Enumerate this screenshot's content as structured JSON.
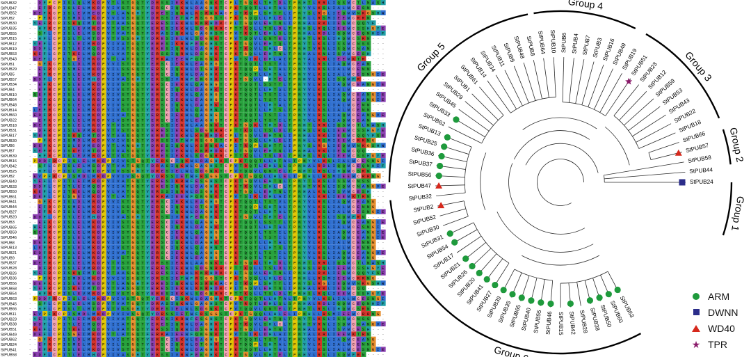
{
  "alignment": {
    "names": [
      "StPUB32",
      "StPUB47",
      "StPUB52",
      "StPUB2",
      "StPUB30",
      "StPUB35",
      "StPUB55",
      "StPUB15",
      "StPUB12",
      "StPUB19",
      "StPUB53",
      "StPUB43",
      "StPUB1",
      "StPUB29",
      "StPUB5",
      "StPUB57",
      "StPUB34",
      "StPUB4",
      "StPUB10",
      "StPUB64",
      "StPUB48",
      "StPUB14",
      "StPUB60",
      "StPUB22",
      "StPUB18",
      "StPUB31",
      "StPUB17",
      "StPUB30",
      "StPUB6",
      "StPUB7",
      "StPUB39",
      "StPUB16",
      "StPUB42",
      "StPUB25",
      "StPUB2",
      "StPUB40",
      "StPUB33",
      "StPUB50",
      "StPUB61",
      "StPUB41",
      "StPUB44",
      "StPUB27",
      "StPUB20",
      "StPUB3",
      "StPUB65",
      "StPUB59",
      "StPUB46",
      "StPUB8",
      "StPUB13",
      "StPUB21",
      "StPUB9",
      "StPUB37",
      "StPUB28",
      "StPUB26",
      "StPUB36",
      "StPUB56",
      "StPUB58",
      "StPUB54",
      "StPUB63",
      "StPUB45",
      "StPUB66",
      "StPUB11",
      "StPUB23",
      "StPUB38",
      "StPUB51",
      "StPUB49",
      "StPUB62",
      "StPUB24",
      "StPUB41",
      "StPUB58"
    ],
    "sequences": [
      "--DFPCPISLQLMKDPVTLSTGQTYDRSSIEKWLAAGNKTCPLTGQKLTHTDLTPNHTLRRLIQSWCTLNASHGIE",
      "--EFRCPISLELMKDPVIVSTGQTYERSCIQKWLDAGHKTCPKTQQTLLHTALTPNYVLKSLIALWCESN-----",
      "-DEFKCPISLEVMEDPVTLANGHTFDRESIQKWLKSRNKACPITRQPLSHTTLIPNYSLRGLIEQWVNKGSHW-",
      "--PFKCPISMDLMKDPVVIVSGQTYDRSSIETWFRSGGSTCPKTGQQLLHLELIPNHLLRSMIEEWCRRN----",
      "-YEFRCPISKQIMTDPVTAASGQTYERESIEKWLKNRHDKCPLTGQVLEHTNLIPNHALRKLIESWCQQYF---",
      "--HFRCPISLEVMRDPVTVSTGQTYERESIEKWLSDGNRRCPTTKQLLTSLDLTPNHSLRQLIEEWCSSHGYE-",
      "--SFLCPISLELMSDPVTVATGQTFDRASIQKWLGAGHSTCPVTRQTLEHLSLSPNHALRDLIQQWCEQNHIF-",
      "--HFLCPISLTLMTDPVTVSSGHTYDRESIELWLSDGNKTCPVTQQVLQNTELTPNHTLRSLIHQWCSRN----",
      "-YEFLCPITLEIMRDPVIVATGQTYERESIKRWFESGHSTCPKTGQVLEHTQLTPNYTLKSLISSWCNSS----",
      "-DDFLCPITLEIMQDPVIIATGQTYEKESIQRWLDAGHKTCPKTRQVLSHLCLTPNHTVRNLISQWCNAN----",
      "-KEFLCPITKELMQDPVLVATGQTYERSSIQRWLDSGHKTCPKTGQLLEHTNLTPNHALKNLISVWCESH----",
      "-DEFLCPLSGEIMKDPVTLATGQTFERKAIEEWFQNGNKTCPVTSIKLDHLAITPNYALKRLIEEWKTR-----",
      "--GFKCPISLDLMRDPVVISTGQTYERSCIEKWLEAGHGTCPKTQQTLTSTVLTPNYVLRSLIAQWCEAN----",
      "--EFRCPISMELMKDPVILSSGQTYERSCIQKWLDTGHRTCPKTQQPLSHTALTPNYVLKSLIALWCENN----",
      "--EFRCPISLELMKDPVIVSTGQTYERSCIQKWLDAGHKTCPKTQQTLLHTALTPNYVLKSLIALWCESNGIE-",
      "-DDFLCPITLEIMHDPVIVASGHTYEKSSIVRWFENGHKTCPKTGQVL-HTELTPNHVLRSLISQWFR------",
      "--EFKCPISLELMKDPVIVSTGQTYERSCIEKWLQAGHGTCPKTQQTLSSTTLTPNYVLRSLIAQWCEANGIEP",
      "--EFRCPISLELMKDPVIVSTGQTYERSCIQKWLDAGHKTCPKTQQTLLHTALTPNYVLKSLIALW--------",
      "-QEFRCPISLELMKDPVIVSTGQTYERSCIEKWLQAGHGTCPKTQQTLTSTILTPNYVLRSLIAQWCEANGIEP",
      "--EFKCPISLELMRDPVIVSTGQTYERSCIEKWLEAGHGTCPKTQQTLTSTILTPNYVLRSLIAQWCEANGIE-",
      "--EFRCPISLELMKDPVIVSTGQTYERSCIQKWLDAGHKTCPKTQQTLLHTALTPNYVLKSLIALWCENN----",
      "-LEFRCPISLELMKDPVIVSTGQTYERSCIQKWLQAGHNTCPKTQQTLLHTSLTPNYVLKSLIALWCENN----",
      "-EDFRCPISLELMKDPVIVATGQTYERSCIEKWLQAGHGTCPKTQQTLTSTILTPNYVLRSLIAQWCEANGVEL",
      "--EFKCPISLELMRDPVIVSTGQTYERSCIEKWLEAGHGTCPKTQQTLTSTILTPNYVLRSLIAQWCEAN----",
      "-DEFRCPISLELMKDPVTVSTGQTYDRSSIEKWLAAGNKTCPKTGQKLTHTDLTPNHTLRRLIQSWCTLNASHG",
      "--DFRCPISLEVMRDPVTVSTGQTYERESIEKWLSDGNRRCPTTKQLLTSLDLTPNHSLRQLIEEWCSSHGYE-",
      "-YEFRCPISKQIMTDPVTAASGQTYERESIEKWLKNRHDKCPLTGQVLEHTNLIPNHALRKLIESWCQQYFSE-",
      "--PFKCPISMDLMKDPVVIVSGQTYDRSSIETWFRSGGSTCPKTGQQLLHLELIPNHLLRSMIEEWCRRNG---",
      "-DEFKCPISLEVMEDPVTLANGHTFDRESIQKWLKSRNKACPITRQPLSHTTLIPNYSLRGLIEQWVNKGSHW-",
      "-YEFRCPISKEIMTDPVTVASGQTYERESIEKWLKNRHDKCPLTGQVLEHTNLIPNHALRKLIESWCQQ-----",
      "--HFRCPISLEVMRDPVTVSTGQTYERESIEKWLSDGNRRCPTTKQLLTSLDLTPNHSLRQLIEEWCSSHGYE-",
      "-PDDFRCPISLELMKDPVIVSTGQTYERSCIQKWLDAGHKTCPKTQQTLLHTALTPNYVLKSLIALWCESNGI-",
      "--SFLCPISLELMSDPVTVATGQTFDRASIQKWLGAGHSTCPVTRQTLEHLSLSPNHALRDLIQQWCEQNHIF-",
      "--HFLCPISLTLMTDPVTVSSGHTYDRESIELWLSDGNKTCPVTQQVLQNTELTPNHTLRSLIHQWCSRN----",
      "-EVPFKCPISMDLMKDPVVIVSGQTYDRSSIETWFRSGGSTCPKTGQQLLHLELIPNHLLRSMIEEWCRRNG--",
      "-YEFLCPITLEIMRDPVIVATGQTYERESIKRWFESGHSTCPKTGQVLEHTQLTPNYTLKSLISSWCNSS----",
      "-DDFLCPITLEIMQDPVIIATGQTYEKESIQRWLDAGHKTCPKTRQVLSHLCLTPNHTVRNLISQWCNANGVE-",
      "-KEFLCPITKELMQDPVLVATGQTYERSSIQRWLDSGHKTCPKTGQLLEHTNLTPNHALKNLISVWCESH----",
      "-DEFLCPLSGEIMKDPVTLATGQTFERKAIEEWFQNGNKTCPVTSIKLDHLAITPNYALKRLIEEWKTRN----",
      "--GFKCPISLDLMRDPVVISTGQTYERSCIEKWLEAGHGTCPKTQQTLTSTVLTPNYVLRSLIAQWCEANG---",
      "--EFRCPISMELMKDPVILSSGQTYERSCIQKWLDTGHRTCPKTQQPLSHTALTPNYVLKSLIALWCENNG---",
      "--EFRCPISLELMKDPVIVSTGQTYERSCIQKWLDAGHKTCPKTQQTLLHTALTPNYVLKSLIALWCESNGIE-",
      "-DDFLCPITLEIMHDPVIVASGHTYEKSSIVRWFENGHKTCPKTGQVLSHTELTPNHVLRSLISQWFRN-----",
      "--EFKCPISLELMKDPVIVSTGQTYERSCIEKWLQAGHGTCPKTQQTLSSTTLTPNYVLRSLIAQWCEANGIEP",
      "-HEFRCPISLELMKDPVIVSTGQTYERSCIQKWLDAGHKTCPKTQQTLLHTALTPNYVLKSLIALWCESNGI--",
      "-QEFRCPISLELMKDPVIVSTGQTYERSCIEKWLQAGHGTCPKTQQTLTSTILTPNYVLRSLIAQWCEANGIEP",
      "--EFKCPISLELMRDPVIVSTGQTYERSCIEKWLEAGHGTCPKTQQTLTSTILTPNYVLRSLIAQWCEANGIE-",
      "-DEFRCPISLELMKDPVIVSTGQTYERSCIQKWLDAGHKTCPKTQQTLLHTALTPNYVLKSLIALWCENNG---",
      "-LEFRCPISLELMKDPVIVSTGQTYERSCIQKWLQAGHNTCPKTQQTLLHTSLTPNYVLKSLIALWCENNG---",
      "-EDFRCPISLELMKDPVIVATGQTYERSCIEKWLQAGHGTCPKTQQTLTSTILTPNYVLRSLIAQWCEANGVEL",
      "--EFKCPISLELMRDPVIVSTGQTYERSCIEKWLEAGHGTCPKTQQTLTSTILTPNYVLRSLIAQWCEANG---",
      "-DEFRCPISLELMKDPVTVSTGQTYDRSSIEKWLAAGNKTCPKTGQKLTHTDLTPNHTLRRLIQSWCTLNASHG",
      "--DFRCPISLEVMRDPVTVSTGQTYERESIEKWLSDGNRRCPTTKQLLTSLDLTPNHSLRQLIEEWCSSHGYE-",
      "-YEFRCPISKQIMTDPVTAASGQTYERESIEKWLKNRHDKCPLTGQVLEHTNLIPNHALRKLIESWCQQYFSE-",
      "--PFKCPISMDLMKDPVVIVSGQTYDRSSIETWFRSGGSTCPKTGQQLLHLELIPNHLLRSMIEEWCRRNG---",
      "-DEFKCPISLEVMEDPVTLANGHTFDRESIQKWLKSRNKACPITRQPLSHTTLIPNYSLRGLIEQWVNKGSHW-",
      "-YEFRCPISKEIMTDPVTVASGQTYERESIEKWLKNRHDKCPLTGQVLEHTNLIPNHALRKLIESWCQQ-----",
      "--HFRCPISLEVMRDPVTVSTGQTYERESIEKWLSDGNRRCPTTKQLLTSLDLTPNHSLRQLIEEWCSSHGYE-",
      "-PDDFRCPISLELMKDPVIVSTGQTYERSCIQKWLDAGHKTCPKTQQTLLHTALTPNYVLKSLIALWCESNGI-",
      "--SFLCPISLELMSDPVTVATGQTFDRASIQKWLGAGHSTCPVTRQTLEHLSLSPNHALRDLIQQWCEQNHIF-",
      "--HFLCPISLTLMTDPVTVSSGHTYDRESIELWLSDGNKTCPVTQQVLQNTELTPNHTLRSLIHQWCSRN----",
      "-EVPFKCPISMDLMKDPVVIVSGQTYDRSSIETWFRSGGSTCPKTGQQLLHLELIPNHLLRSMIEEWCRRNG--",
      "-YEFLCPITLEIMRDPVIVATGQTYERESIKRWFESGHSTCPKTGQVLEHTQLTPNYTLKSLISSWCNSS----",
      "-DDFLCPITLEIMQDPVIIATGQTYEKESIQRWLDAGHKTCPKTRQVLSHLCLTPNHTVRNLISQWCNANGVE-",
      "-KEFLCPITKELMQDPVLVATGQTYERSSIQRWLDSGHKTCPKTGQLLEHTNLTPNHALKNLISVWCESH----",
      "-DEFLCPLSGEIMKDPVTLATGQTFERKAIEEWFQNGNKTCPVTSIKLDHLAITPNYALKRLIEEWKTRN----",
      "--GFKCPISLDLMRDPVVISTGQTYERSCIEKWLEAGHGTCPKTQQTLTSTVLTPNYVLRSLIAQWCEANG---",
      "--EFRCPISMELMKDPVILSSGQTYERSCIQKWLDTGHRTCPKTQQPLSHTALTPNYVLKSLIALWCENNG---",
      "--EFRCPISLELMKDPVIVSTGQTYERSCIQKWLDAGHKTCPKTQQTLLHTALTPNYVLKSLIALWCESNGIE-",
      "-DDFLCPITLEIMHDPVIVASGHTYEKSSIVRWFENGHKTCPKTGQVLSHTELTPNHVLRSLISQWFRN-----"
    ],
    "colors": {
      "hydrophobic": "#2f6fd0",
      "polar": "#27a23c",
      "proline": "#e0c400",
      "glycine": "#e58c2b",
      "cysteine": "#f0a0b0",
      "aromatic": "#20a0a8",
      "positive": "#d4322a",
      "negative": "#8a3fb0",
      "other": "#ffffff"
    }
  },
  "tree": {
    "groups": [
      {
        "label": "Group 1"
      },
      {
        "label": "Group 2"
      },
      {
        "label": "Group 3"
      },
      {
        "label": "Group 4"
      },
      {
        "label": "Group 5"
      },
      {
        "label": "Group 6"
      }
    ],
    "leaves": [
      {
        "label": "StPUB24",
        "marker": "DWNN"
      },
      {
        "label": "StPUB44",
        "marker": ""
      },
      {
        "label": "StPUB58",
        "marker": ""
      },
      {
        "label": "StPUB57",
        "marker": "WD40"
      },
      {
        "label": "StPUB66",
        "marker": ""
      },
      {
        "label": "StPUB18",
        "marker": ""
      },
      {
        "label": "StPUB22",
        "marker": ""
      },
      {
        "label": "StPUB43",
        "marker": ""
      },
      {
        "label": "StPUB53",
        "marker": ""
      },
      {
        "label": "StPUB59",
        "marker": ""
      },
      {
        "label": "StPUB12",
        "marker": ""
      },
      {
        "label": "StPUB23",
        "marker": ""
      },
      {
        "label": "StPUB51",
        "marker": "TPR"
      },
      {
        "label": "StPUB19",
        "marker": ""
      },
      {
        "label": "StPUB49",
        "marker": ""
      },
      {
        "label": "StPUB16",
        "marker": ""
      },
      {
        "label": "StPUB3",
        "marker": ""
      },
      {
        "label": "StPUB7",
        "marker": ""
      },
      {
        "label": "StPUB4",
        "marker": ""
      },
      {
        "label": "StPUB6",
        "marker": ""
      },
      {
        "label": "StPUB10",
        "marker": ""
      },
      {
        "label": "StPUB64",
        "marker": ""
      },
      {
        "label": "StPUB8",
        "marker": ""
      },
      {
        "label": "StPUB48",
        "marker": ""
      },
      {
        "label": "StPUB9",
        "marker": ""
      },
      {
        "label": "StPUB11",
        "marker": ""
      },
      {
        "label": "StPUB34",
        "marker": ""
      },
      {
        "label": "StPUB14",
        "marker": ""
      },
      {
        "label": "StPUB61",
        "marker": ""
      },
      {
        "label": "StPUB1",
        "marker": ""
      },
      {
        "label": "StPUB29",
        "marker": ""
      },
      {
        "label": "StPUB45",
        "marker": ""
      },
      {
        "label": "StPUB33",
        "marker": "ARM"
      },
      {
        "label": "StPUB62",
        "marker": ""
      },
      {
        "label": "StPUB13",
        "marker": "ARM"
      },
      {
        "label": "StPUB25",
        "marker": "ARM"
      },
      {
        "label": "StPUB36",
        "marker": "ARM"
      },
      {
        "label": "StPUB37",
        "marker": "ARM"
      },
      {
        "label": "StPUB56",
        "marker": "ARM"
      },
      {
        "label": "StPUB47",
        "marker": "WD40"
      },
      {
        "label": "StPUB32",
        "marker": ""
      },
      {
        "label": "StPUB2",
        "marker": "WD40"
      },
      {
        "label": "StPUB52",
        "marker": ""
      },
      {
        "label": "StPUB30",
        "marker": ""
      },
      {
        "label": "StPUB31",
        "marker": "ARM"
      },
      {
        "label": "StPUB54",
        "marker": "ARM"
      },
      {
        "label": "StPUB17",
        "marker": ""
      },
      {
        "label": "StPUB21",
        "marker": "ARM"
      },
      {
        "label": "StPUB26",
        "marker": "ARM"
      },
      {
        "label": "StPUB20",
        "marker": "ARM"
      },
      {
        "label": "StPUB41",
        "marker": "ARM"
      },
      {
        "label": "StPUB27",
        "marker": "ARM"
      },
      {
        "label": "StPUB39",
        "marker": "ARM"
      },
      {
        "label": "StPUB35",
        "marker": "ARM"
      },
      {
        "label": "StPUB65",
        "marker": "ARM"
      },
      {
        "label": "StPUB40",
        "marker": "ARM"
      },
      {
        "label": "StPUB55",
        "marker": "ARM"
      },
      {
        "label": "StPUB46",
        "marker": "ARM"
      },
      {
        "label": "StPUB15",
        "marker": ""
      },
      {
        "label": "StPUB42",
        "marker": "ARM"
      },
      {
        "label": "StPUB28",
        "marker": ""
      },
      {
        "label": "StPUB38",
        "marker": "ARM"
      },
      {
        "label": "StPUB50",
        "marker": "ARM"
      },
      {
        "label": "StPUB60",
        "marker": "ARM"
      },
      {
        "label": "StPUB63",
        "marker": "ARM"
      }
    ],
    "marker_colors": {
      "ARM": "#1e9a3c",
      "DWNN": "#2b2d8a",
      "WD40": "#d6281c",
      "TPR": "#8a1b6a"
    }
  },
  "legend": {
    "items": [
      {
        "symbol": "circle",
        "label": "ARM"
      },
      {
        "symbol": "square",
        "label": "DWNN"
      },
      {
        "symbol": "triangle",
        "label": "WD40"
      },
      {
        "symbol": "star",
        "label": "TPR"
      }
    ]
  }
}
